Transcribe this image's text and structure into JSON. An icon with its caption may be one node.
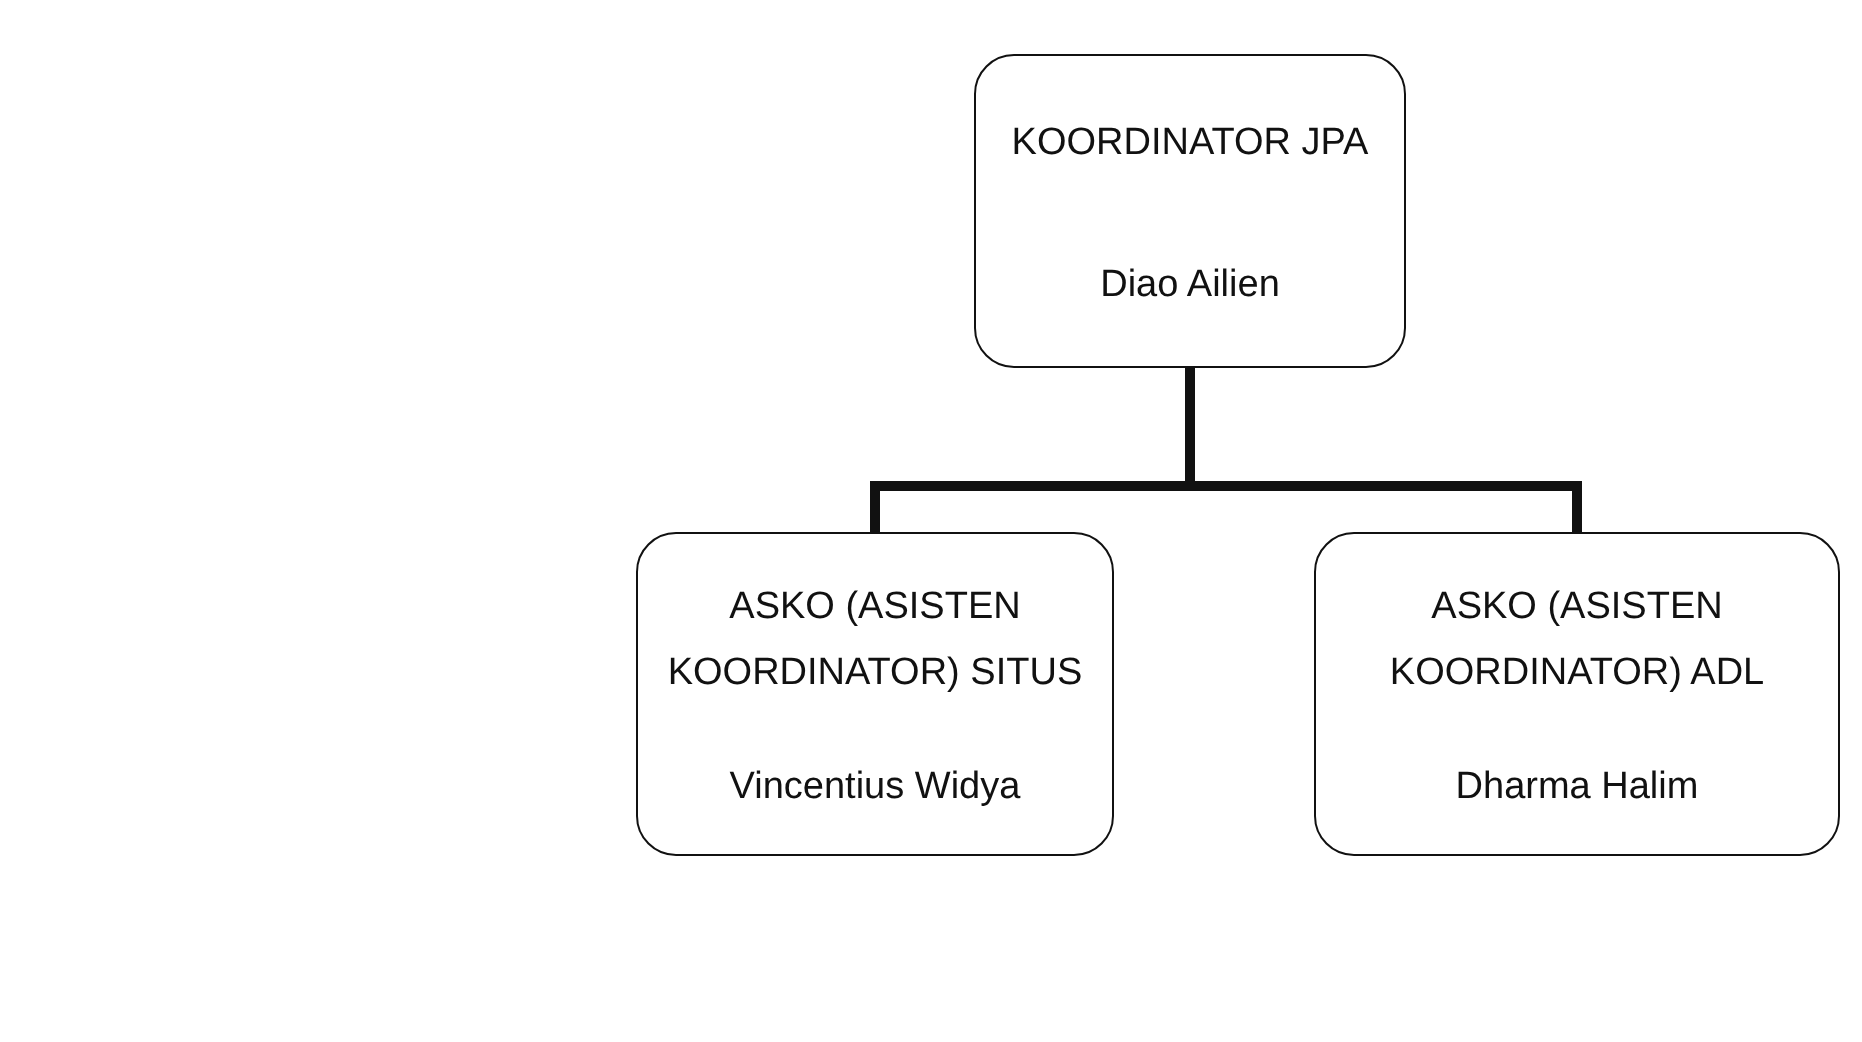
{
  "diagram": {
    "nodes": [
      {
        "text": [
          "KOORDINATOR JPA",
          "Diao Ailien"
        ]
      },
      {
        "text": [
          "ASKO (ASISTEN KOORDINATOR) SITUS",
          "Vincentius Widya"
        ]
      },
      {
        "text": [
          "ASKO (ASISTEN KOORDINATOR) ADL",
          "Dharma Halim"
        ]
      }
    ],
    "edges": [
      {
        "from": 0,
        "to": 1,
        "arrow": "none"
      },
      {
        "from": 0,
        "to": 2,
        "arrow": "none"
      }
    ]
  }
}
